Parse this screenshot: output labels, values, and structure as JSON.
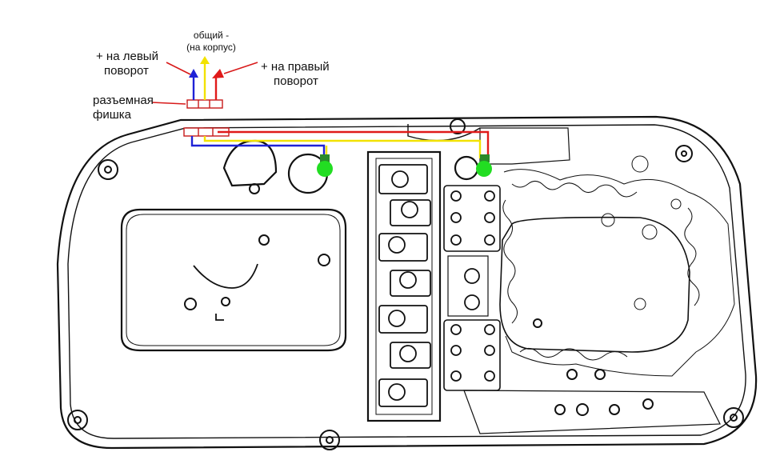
{
  "labels": {
    "left_turn_line1": "+ на левый",
    "left_turn_line2": "поворот",
    "common_line1": "общий -",
    "common_line2": "(на корпус)",
    "right_turn_line1": "+ на правый",
    "right_turn_line2": "поворот",
    "connector_line1": "разъемная",
    "connector_line2": "фишка"
  },
  "wire_colors": {
    "left_turn": "#1f22d6",
    "common": "#f2e200",
    "right_turn": "#e01a1a",
    "arrow_connector": "#d81a1a",
    "lamp": "#22dd22"
  }
}
